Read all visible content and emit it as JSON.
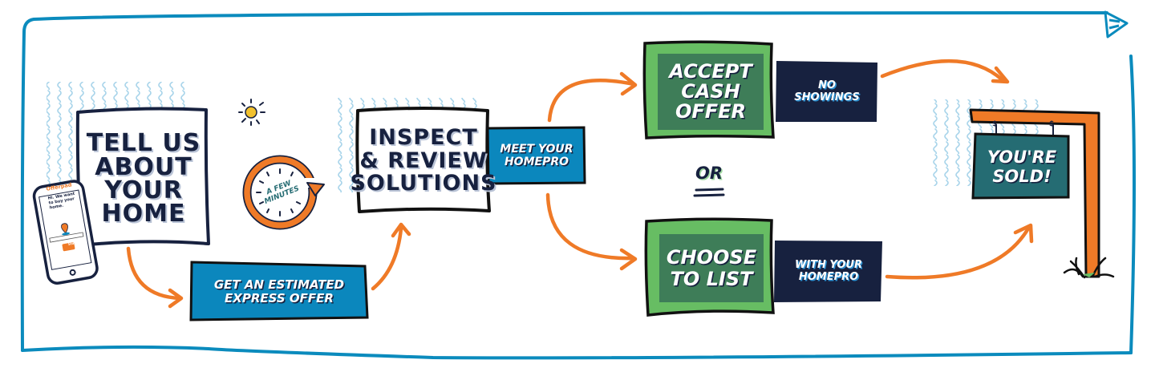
{
  "colors": {
    "frame_blue": "#0b8bbd",
    "arrow_orange": "#ef7a27",
    "navy": "#17213f",
    "label_blue": "#0b87bd",
    "green_outer": "#67bd63",
    "green_inner": "#3e7d58",
    "sign_teal": "#256c73",
    "squiggle": "#a8d4ea"
  },
  "steps": {
    "tell_us": {
      "lines": [
        "TELL US",
        "ABOUT",
        "YOUR",
        "HOME"
      ]
    },
    "phone": {
      "brand": "Offerpad",
      "message": "Hi. We want to buy your home.",
      "button": "Start",
      "icon": "location-pin-icon"
    },
    "sun_icon": "sun-icon",
    "timer": {
      "label_lines": [
        "A FEW",
        "MINUTES"
      ],
      "icon": "clock-cycle-icon"
    },
    "estimate": {
      "lines": [
        "GET AN ESTIMATED",
        "EXPRESS OFFER"
      ]
    },
    "inspect": {
      "lines": [
        "INSPECT",
        "& REVIEW",
        "SOLUTIONS"
      ]
    },
    "meet": {
      "lines": [
        "MEET YOUR",
        "HOMEPRO"
      ]
    },
    "cash_offer": {
      "lines": [
        "ACCEPT",
        "CASH",
        "OFFER"
      ]
    },
    "no_showings": {
      "lines": [
        "NO",
        "SHOWINGS"
      ]
    },
    "or_label": "OR",
    "choose_list": {
      "lines": [
        "CHOOSE",
        "TO LIST"
      ]
    },
    "with_homepro": {
      "lines": [
        "WITH YOUR",
        "HOMEPRO"
      ]
    },
    "sold_sign": {
      "lines": [
        "YOU'RE",
        "SOLD!"
      ],
      "hangers": [
        "$",
        "$"
      ]
    }
  }
}
